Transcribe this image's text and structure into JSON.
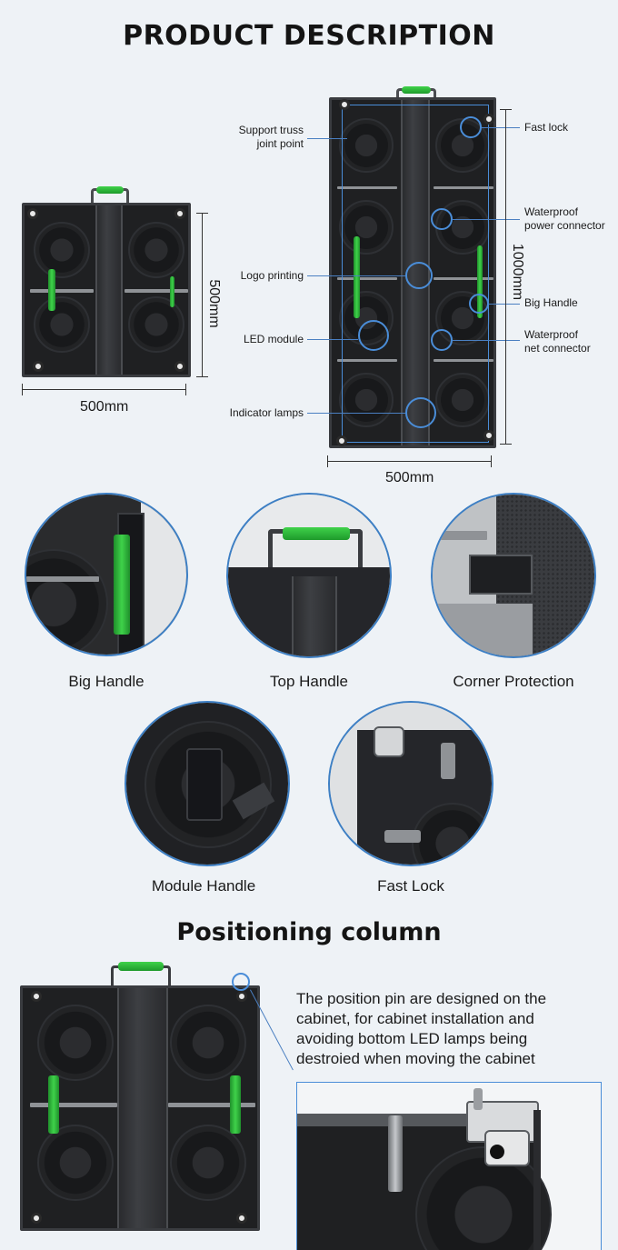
{
  "header": {
    "title": "PRODUCT DESCRIPTION"
  },
  "small_cabinet": {
    "width_label": "500mm",
    "height_label": "500mm"
  },
  "large_cabinet": {
    "width_label": "500mm",
    "height_label": "1000mm",
    "callouts_left": {
      "support_truss": "Support truss\njoint point",
      "logo_printing": "Logo printing",
      "led_module": "LED module",
      "indicator_lamps": "Indicator lamps"
    },
    "callouts_right": {
      "fast_lock": "Fast lock",
      "waterproof_power": "Waterproof\npower connector",
      "big_handle": "Big Handle",
      "waterproof_net": "Waterproof\nnet connector"
    }
  },
  "features": {
    "big_handle": "Big Handle",
    "top_handle": "Top Handle",
    "corner_protection": "Corner Protection",
    "module_handle": "Module Handle",
    "fast_lock": "Fast Lock"
  },
  "positioning": {
    "title": "Positioning column",
    "description": "The position pin are designed on the cabinet, for cabinet installation and avoiding bottom LED lamps being destroied when moving the cabinet"
  },
  "colors": {
    "accent_blue": "#4a8dd8",
    "handle_green": "#3fd24a",
    "cabinet_dark": "#1f2022",
    "background": "#eef2f6"
  }
}
